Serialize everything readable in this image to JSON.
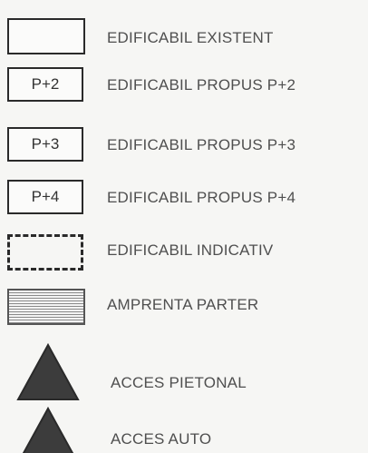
{
  "legend": {
    "items": [
      {
        "symbol": "solid-rectangle",
        "tag": "",
        "label": "EDIFICABIL EXISTENT"
      },
      {
        "symbol": "tagged-rectangle",
        "tag": "P+2",
        "label": "EDIFICABIL PROPUS P+2"
      },
      {
        "symbol": "tagged-rectangle",
        "tag": "P+3",
        "label": "EDIFICABIL PROPUS P+3"
      },
      {
        "symbol": "tagged-rectangle",
        "tag": "P+4",
        "label": "EDIFICABIL PROPUS P+4"
      },
      {
        "symbol": "dashed-rectangle",
        "tag": "",
        "label": "EDIFICABIL INDICATIV"
      },
      {
        "symbol": "hatched-rectangle",
        "tag": "",
        "label": "AMPRENTA PARTER"
      },
      {
        "symbol": "filled-triangle",
        "tag": "",
        "label": "ACCES PIETONAL"
      },
      {
        "symbol": "filled-triangle",
        "tag": "",
        "label": "ACCES AUTO"
      }
    ]
  },
  "colors": {
    "stroke": "#2a2a2a",
    "triangle_fill": "#3c3c3c",
    "label_text": "#4f4f4f"
  }
}
